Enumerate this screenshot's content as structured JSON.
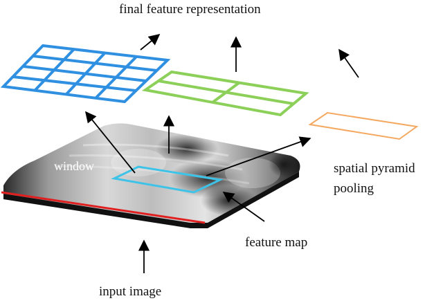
{
  "labels": {
    "top": "final feature representation",
    "window": "window",
    "spp_line1": "spatial pyramid",
    "spp_line2": "pooling",
    "feature_map": "feature map",
    "input": "input image"
  },
  "colors": {
    "grid_4x4": "#2f8fe0",
    "grid_2x2": "#8cd05a",
    "grid_1x1": "#f4a860",
    "window": "#3ec3e8",
    "base_edge": "#e02020",
    "arrow": "#000000"
  },
  "icons": {
    "feature_map_texture": "chest-xray-image"
  }
}
